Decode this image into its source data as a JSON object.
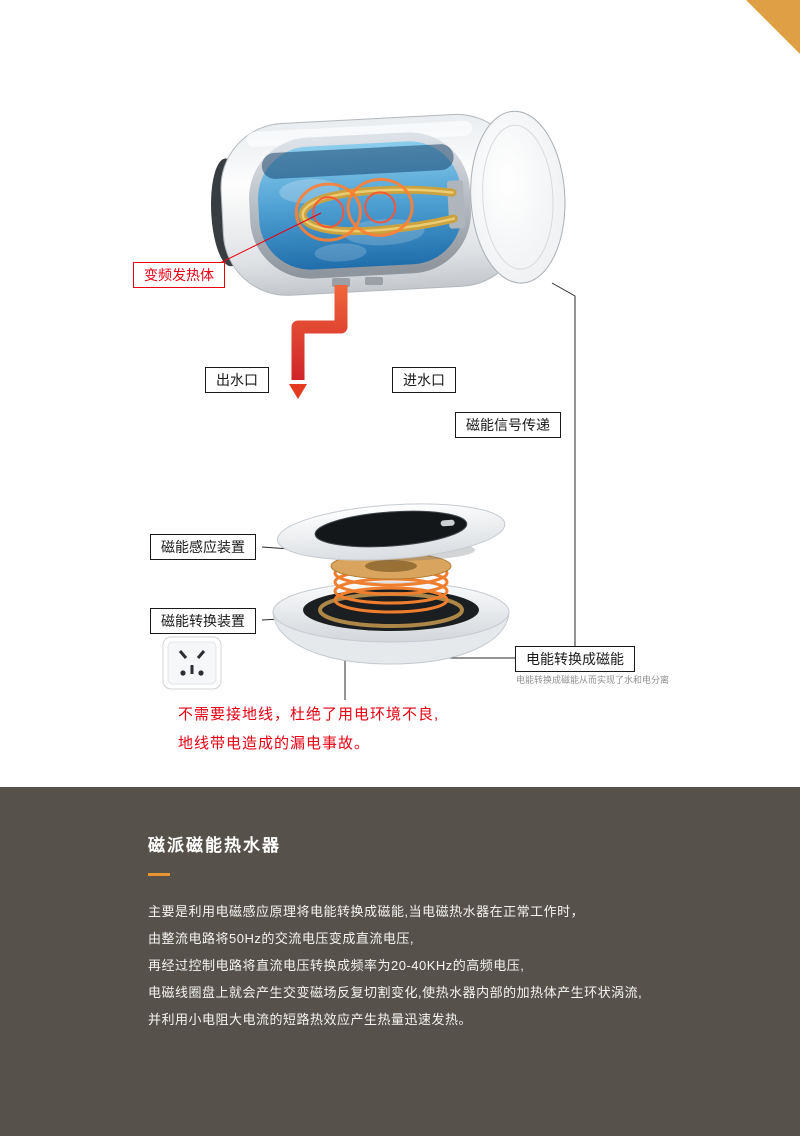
{
  "colors": {
    "accent_orange": "#DFA045",
    "warning_red": "#E60012",
    "dark_section_bg": "#56524B",
    "underline_orange": "#E8952F"
  },
  "diagram": {
    "callouts": {
      "heating_element": "变频发热体",
      "water_outlet": "出水口",
      "water_inlet": "进水口",
      "magnetic_signal": "磁能信号传递",
      "induction_device": "磁能感应装置",
      "conversion_device": "磁能转换装置",
      "energy_conversion": "电能转换成磁能",
      "energy_conversion_note": "电能转换成磁能从而实现了水和电分离"
    },
    "warning": {
      "line1": "不需要接地线，杜绝了用电环境不良,",
      "line2": "地线带电造成的漏电事故。"
    }
  },
  "info_section": {
    "title": "磁派磁能热水器",
    "paragraph_lines": [
      "主要是利用电磁感应原理将电能转换成磁能,当电磁热水器在正常工作时，",
      "由整流电路将50Hz的交流电压变成直流电压,",
      "再经过控制电路将直流电压转换成频率为20-40KHz的高频电压,",
      "电磁线圈盘上就会产生交变磁场反复切割变化,使热水器内部的加热体产生环状涡流,",
      "并利用小电阻大电流的短路热效应产生热量迅速发热。"
    ]
  }
}
